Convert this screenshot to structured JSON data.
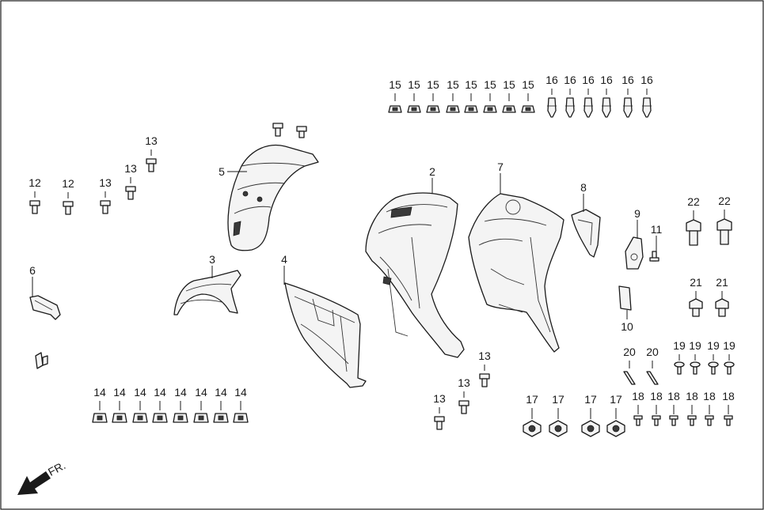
{
  "diagram": {
    "callouts": {
      "c2": "2",
      "c3": "3",
      "c4": "4",
      "c5": "5",
      "c6": "6",
      "c7": "7",
      "c8": "8",
      "c9": "9",
      "c10": "10",
      "c11": "11",
      "c12": "12",
      "c13": "13",
      "c14": "14",
      "c15": "15",
      "c16": "16",
      "c17": "17",
      "c18": "18",
      "c19": "19",
      "c20": "20",
      "c21": "21",
      "c22": "22"
    },
    "direction_label": "FR."
  }
}
